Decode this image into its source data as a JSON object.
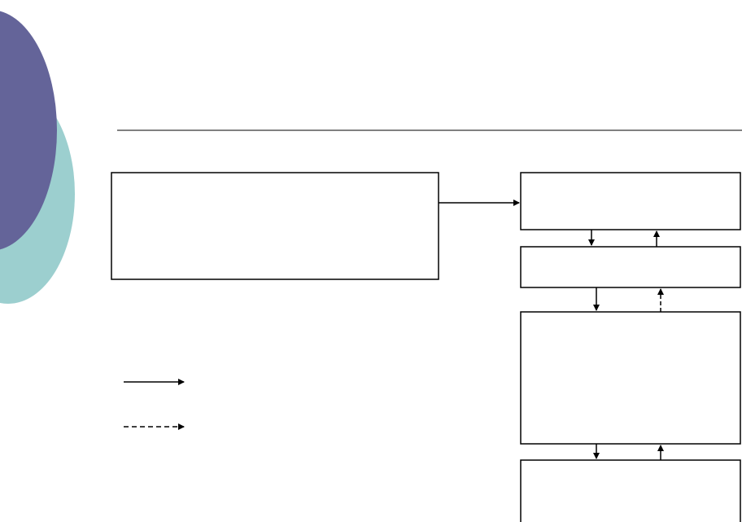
{
  "colors": {
    "background": "#ffffff",
    "circle_back": "#9ccfcf",
    "circle_front": "#646499",
    "line": "#000000"
  },
  "diagram": {
    "boxes": [
      {
        "id": "source-box",
        "label": ""
      },
      {
        "id": "stack-box-1",
        "label": ""
      },
      {
        "id": "stack-box-2",
        "label": ""
      },
      {
        "id": "stack-box-3",
        "label": ""
      },
      {
        "id": "stack-box-4",
        "label": ""
      }
    ],
    "legend": [
      {
        "style": "solid",
        "label": ""
      },
      {
        "style": "dashed",
        "label": ""
      }
    ]
  }
}
